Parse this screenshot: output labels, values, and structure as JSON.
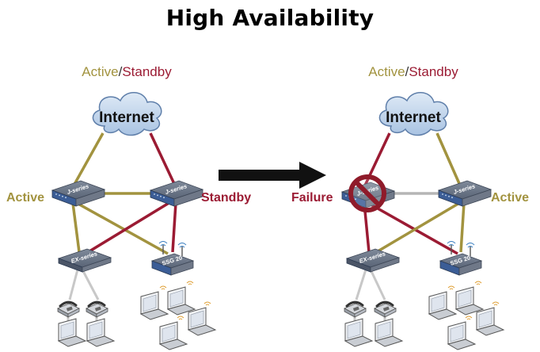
{
  "title": "High Availability",
  "labels": {
    "active": "Active",
    "slash": "/",
    "standby": "Standby",
    "internet": "Internet",
    "failure": "Failure"
  },
  "devices": {
    "router": "J-series",
    "switch": "EX-series",
    "wireless": "SSG 20"
  },
  "colors": {
    "active_link": "#a2933f",
    "standby_link": "#9b1b33",
    "restored_link": "#b5b5b5",
    "access_link": "#c8c8c8",
    "failure_symbol": "#8f1b2a",
    "cloud_fill": "#bcd3eb",
    "arrow": "#111111"
  },
  "icons": [
    "internet-cloud-icon",
    "j-series-router-icon",
    "ex-series-switch-icon",
    "ssg20-firewall-icon",
    "ip-phone-icon",
    "laptop-icon",
    "wifi-icon",
    "no-entry-icon",
    "arrow-right-icon"
  ]
}
